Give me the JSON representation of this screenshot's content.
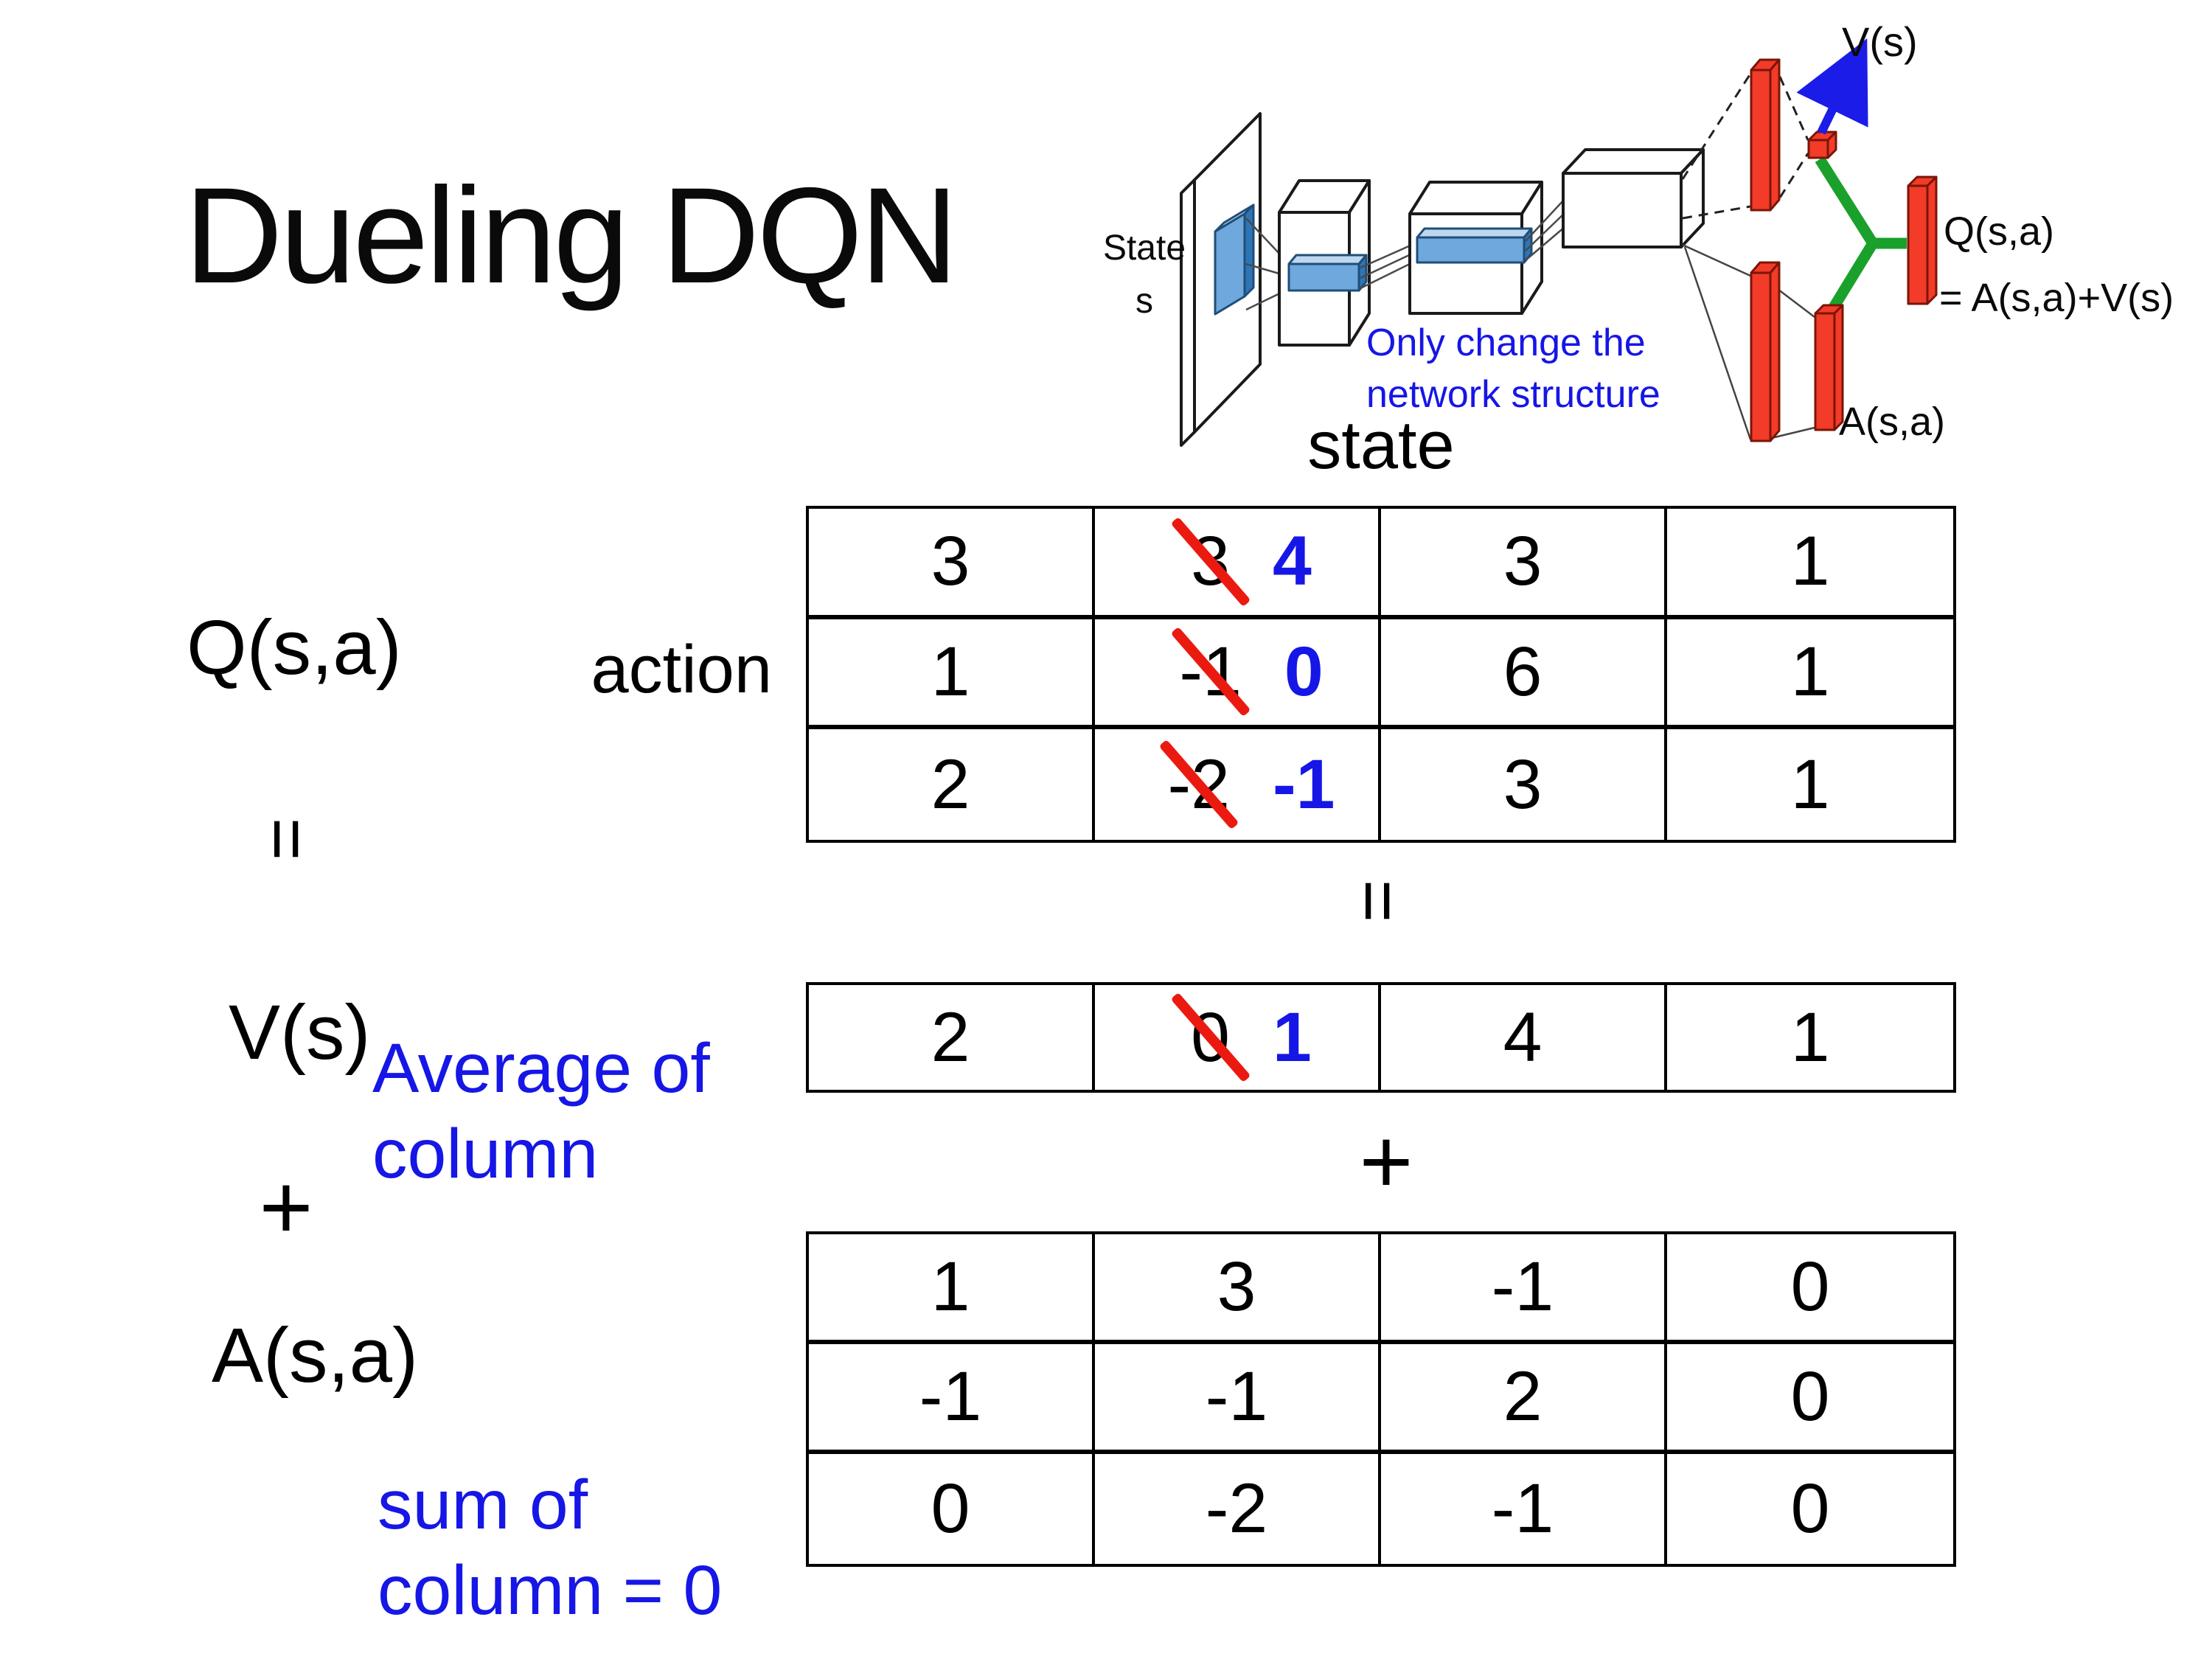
{
  "slide": {
    "title": "Dueling DQN"
  },
  "colors": {
    "blue": "#1616e6",
    "strike_red": "#eb1a10",
    "bar_red_fill": "#f23b28",
    "bar_red_stroke": "#7a1507",
    "conv_blue_front": "#6fa8dc",
    "conv_blue_top": "#bdd7ee",
    "conv_blue_side": "#2e75b6",
    "conv_blue_stroke": "#1f4e79",
    "merge_green": "#1aa12b",
    "arrow_blue": "#1c1ce8"
  },
  "diagram": {
    "labels": {
      "vs_out": "V(s)",
      "state_line1": "State",
      "state_line2": "s",
      "note_line1": "Only change the",
      "note_line2": "network structure",
      "q_out": "Q(s,a)",
      "q_formula": "= A(s,a)+V(s)",
      "a_out": "A(s,a)"
    }
  },
  "matrix_section": {
    "state_label": "state",
    "action_label": "action",
    "q_label": "Q(s,a)",
    "v_label": "V(s)",
    "a_label": "A(s,a)",
    "equals_sign": "=",
    "plus_sign": "+",
    "avg_note_line1": "Average of",
    "avg_note_line2": "column",
    "sum_note_line1": "sum of",
    "sum_note_line2": "column = 0",
    "q_table": {
      "rows": [
        [
          {
            "v": "3"
          },
          {
            "old": "3",
            "new": "4"
          },
          {
            "v": "3"
          },
          {
            "v": "1"
          }
        ],
        [
          {
            "v": "1"
          },
          {
            "old": "-1",
            "new": "0"
          },
          {
            "v": "6"
          },
          {
            "v": "1"
          }
        ],
        [
          {
            "v": "2"
          },
          {
            "old": "-2",
            "new": "-1"
          },
          {
            "v": "3"
          },
          {
            "v": "1"
          }
        ]
      ]
    },
    "v_table": {
      "rows": [
        [
          {
            "v": "2"
          },
          {
            "old": "0",
            "new": "1"
          },
          {
            "v": "4"
          },
          {
            "v": "1"
          }
        ]
      ]
    },
    "a_table": {
      "rows": [
        [
          {
            "v": "1"
          },
          {
            "v": "3"
          },
          {
            "v": "-1"
          },
          {
            "v": "0"
          }
        ],
        [
          {
            "v": "-1"
          },
          {
            "v": "-1"
          },
          {
            "v": "2"
          },
          {
            "v": "0"
          }
        ],
        [
          {
            "v": "0"
          },
          {
            "v": "-2"
          },
          {
            "v": "-1"
          },
          {
            "v": "0"
          }
        ]
      ]
    }
  }
}
